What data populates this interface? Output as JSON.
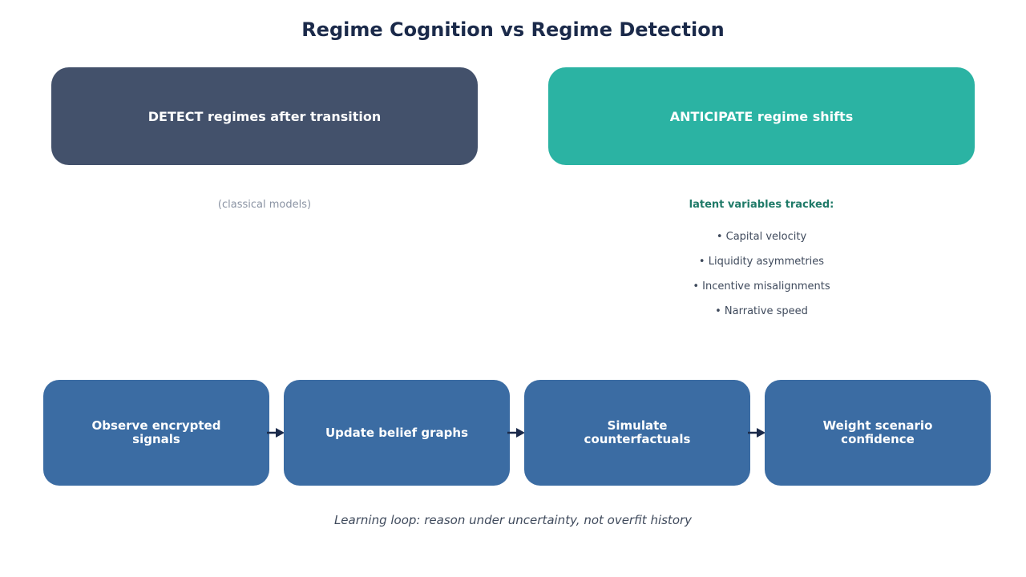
{
  "title": "Regime Cognition vs Regime Detection",
  "left_panel": {
    "heading": "DETECT regimes after transition",
    "note": "(classical models)",
    "color": "#43516b"
  },
  "right_panel": {
    "heading": "ANTICIPATE regime shifts",
    "subheading": "latent variables tracked:",
    "items": [
      "• Capital velocity",
      "• Liquidity asymmetries",
      "• Incentive misalignments",
      "• Narrative speed"
    ],
    "color": "#2bb3a3"
  },
  "loop": {
    "steps": [
      "Observe encrypted signals",
      "Update belief graphs",
      "Simulate counterfactuals",
      "Weight scenario confidence"
    ],
    "color": "#3b6ca3",
    "caption": "Learning loop: reason under uncertainty, not overfit history"
  }
}
